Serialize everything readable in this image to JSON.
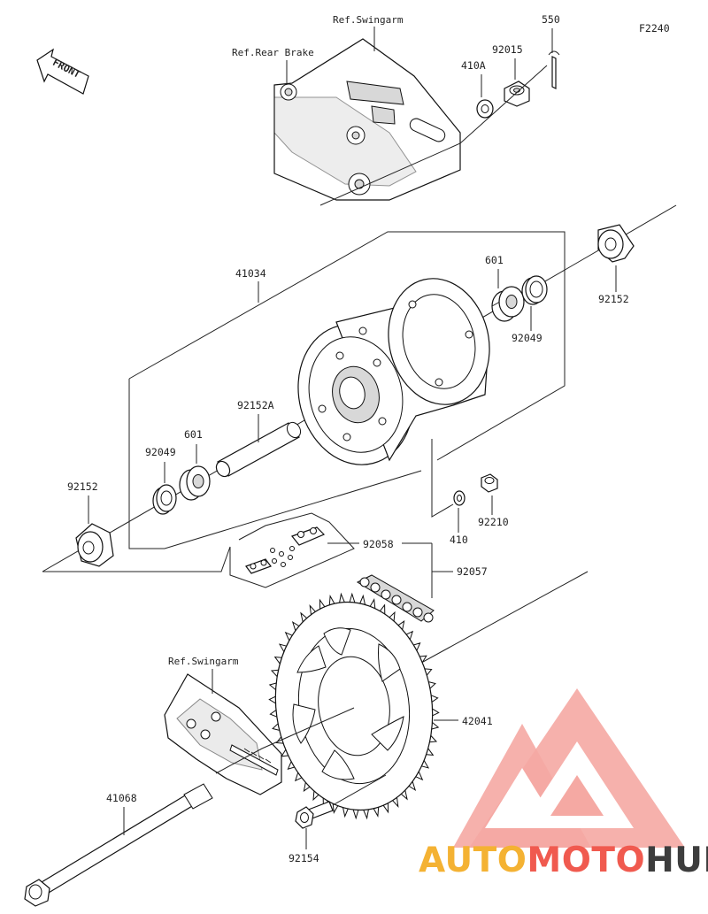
{
  "diagram_code": "F2240",
  "front_arrow_label": "FRONT",
  "references": {
    "swingarm_top": "Ref.Swingarm",
    "rear_brake": "Ref.Rear Brake",
    "swingarm_bottom": "Ref.Swingarm"
  },
  "parts": {
    "p550": "550",
    "p92015": "92015",
    "p410A": "410A",
    "p41034": "41034",
    "p601_right": "601",
    "p92152_right": "92152",
    "p92049_right": "92049",
    "p92152A": "92152A",
    "p601_left": "601",
    "p92049_left": "92049",
    "p92152_left": "92152",
    "p410": "410",
    "p92210": "92210",
    "p92058": "92058",
    "p92057": "92057",
    "p42041": "42041",
    "p41068": "41068",
    "p92154": "92154"
  },
  "watermark": {
    "part1": "AUTO",
    "part2": "MOTO",
    "part3": "HUB",
    "color_primary": "#f4b233",
    "color_secondary": "#f05a4f",
    "color_dark": "#3d3d3d"
  }
}
